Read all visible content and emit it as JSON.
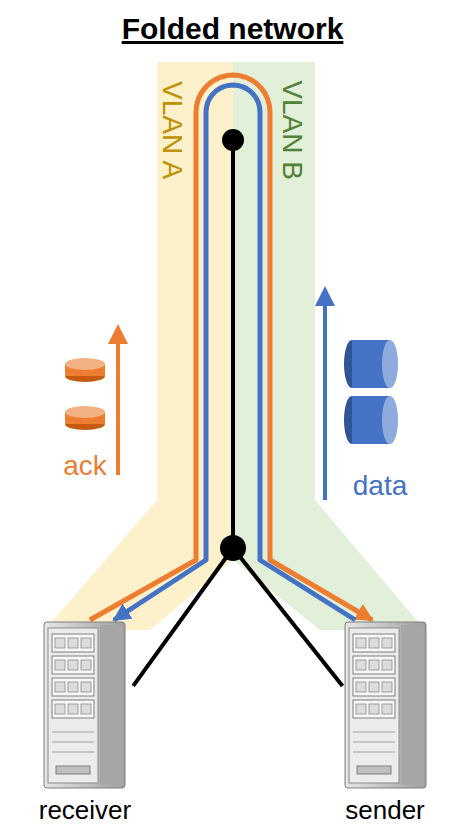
{
  "diagram": {
    "title": "Folded network",
    "nodes": [
      {
        "text": [
          "receiver"
        ]
      },
      {
        "text": [
          "sender"
        ]
      }
    ],
    "edges": [
      {
        "from": 0,
        "to": 1,
        "arrow": "none"
      },
      {
        "from": 0,
        "to": 1,
        "arrow": "to"
      },
      {
        "from": 1,
        "to": 0,
        "arrow": "to"
      }
    ],
    "labels": [
      "VLAN A",
      "VLAN B",
      "ack",
      "data"
    ]
  }
}
